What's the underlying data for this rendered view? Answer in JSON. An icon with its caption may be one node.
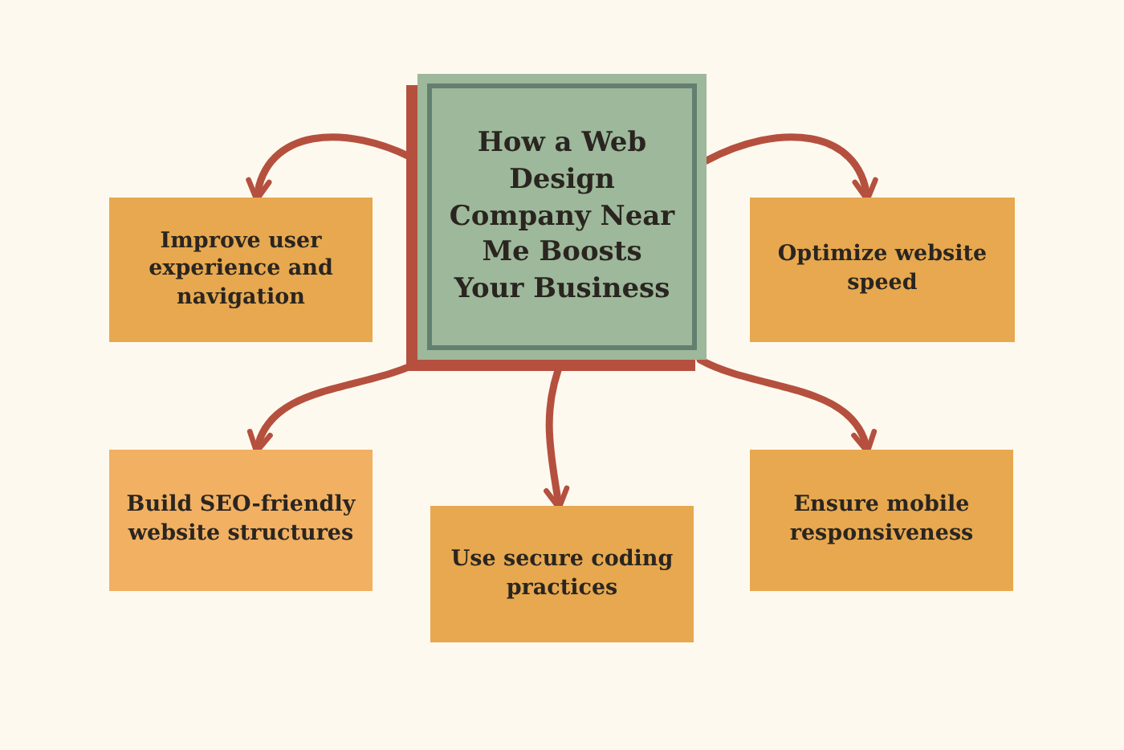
{
  "diagram": {
    "nodes": [
      {
        "text": [
          "How a Web Design Company Near Me Boosts Your Business"
        ]
      },
      {
        "text": [
          "Improve user experience and navigation"
        ]
      },
      {
        "text": [
          "Optimize website speed"
        ]
      },
      {
        "text": [
          "Build SEO-friendly website structures"
        ]
      },
      {
        "text": [
          "Use secure coding practices"
        ]
      },
      {
        "text": [
          "Ensure mobile responsiveness"
        ]
      }
    ],
    "edges": [
      {
        "from": 0,
        "to": 1,
        "arrow": "to"
      },
      {
        "from": 0,
        "to": 2,
        "arrow": "to"
      },
      {
        "from": 0,
        "to": 3,
        "arrow": "to"
      },
      {
        "from": 0,
        "to": 4,
        "arrow": "to"
      },
      {
        "from": 0,
        "to": 5,
        "arrow": "to"
      }
    ]
  }
}
